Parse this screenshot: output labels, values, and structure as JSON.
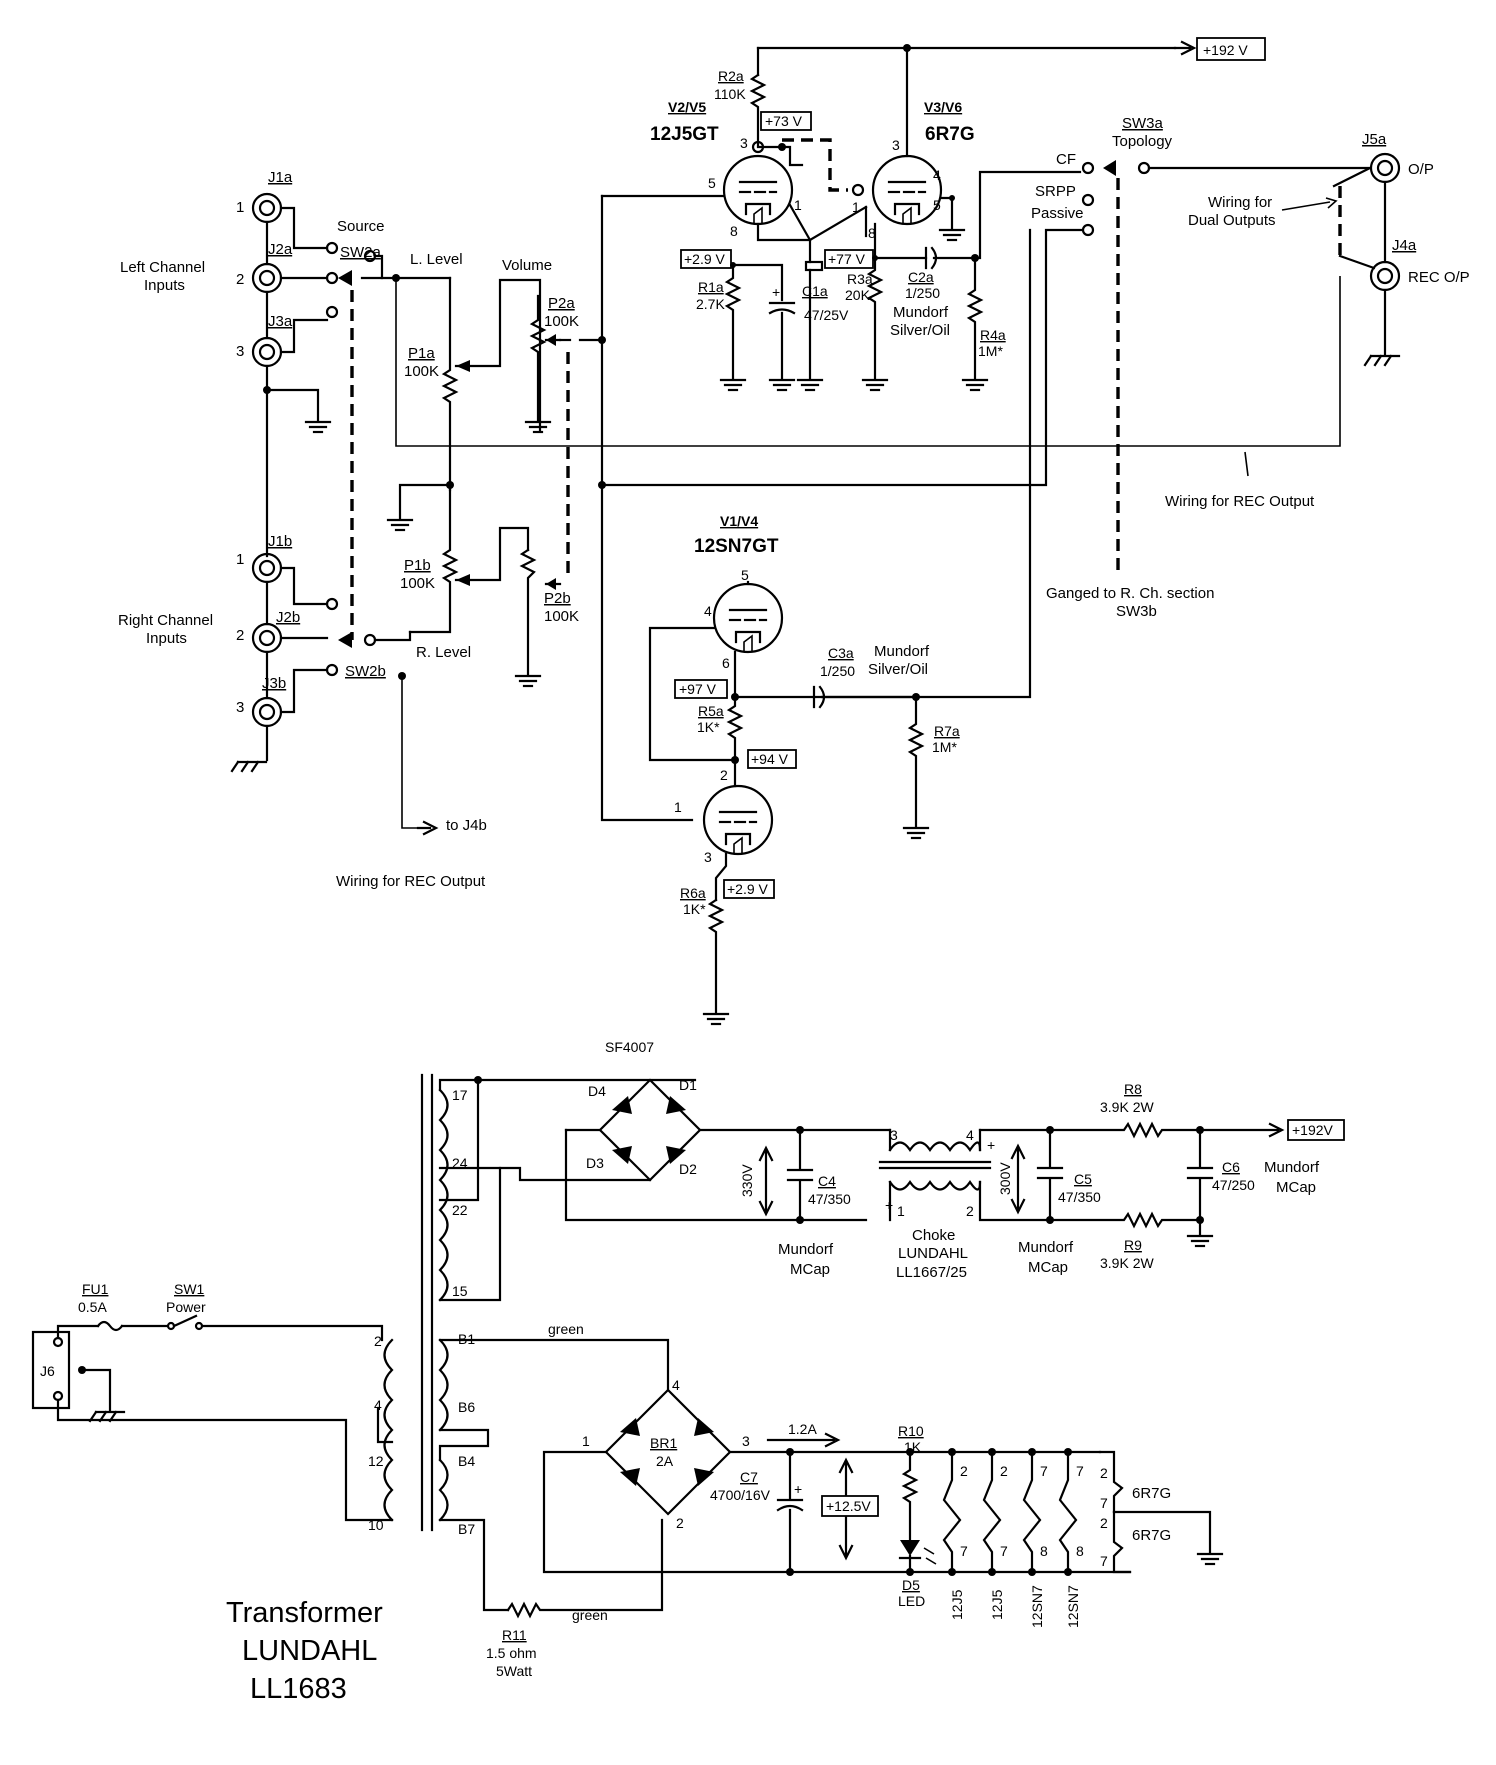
{
  "tubes": {
    "v2v5": {
      "ref": "V2/V5",
      "type": "12J5GT"
    },
    "v3v6": {
      "ref": "V3/V6",
      "type": "6R7G"
    },
    "v1v4": {
      "ref": "V1/V4",
      "type": "12SN7GT"
    }
  },
  "voltages": {
    "b_plus": "+192 V",
    "v73": "+73 V",
    "v29a": "+2.9 V",
    "v77": "+77 V",
    "v97": "+97 V",
    "v94": "+94 V",
    "v29b": "+2.9 V",
    "supply_out": "+192V",
    "heater": "+12.5V"
  },
  "jacks": {
    "j1a": "J1a",
    "j2a": "J2a",
    "j3a": "J3a",
    "j1b": "J1b",
    "j2b": "J2b",
    "j3b": "J3b",
    "j5a": "J5a",
    "j4a": "J4a",
    "j6": "J6"
  },
  "switches": {
    "sw2a": "SW2a",
    "sw2b": "SW2b",
    "sw3a": "SW3a",
    "sw1": "SW1",
    "source": "Source",
    "topology": "Topology",
    "power": "Power",
    "cf": "CF",
    "srpp": "SRPP",
    "passive": "Passive"
  },
  "labels": {
    "left_inputs_1": "Left Channel",
    "left_inputs_2": "Inputs",
    "right_inputs_1": "Right Channel",
    "right_inputs_2": "Inputs",
    "l_level": "L. Level",
    "r_level": "R. Level",
    "volume": "Volume",
    "op": "O/P",
    "rec_op": "REC O/P",
    "dual_1": "Wiring for",
    "dual_2": "Dual Outputs",
    "rec_wiring": "Wiring for REC Output",
    "rec_wiring2": "Wiring for REC Output",
    "to_j4b": "to J4b",
    "ganged_1": "Ganged to R. Ch. section",
    "ganged_2": "SW3b",
    "mundorf_so_1": "Mundorf",
    "mundorf_so_2": "Silver/Oil",
    "mundorf_so_3": "Mundorf",
    "mundorf_so_4": "Silver/Oil",
    "sf4007": "SF4007",
    "mundorf_mcap_1a": "Mundorf",
    "mundorf_mcap_1b": "MCap",
    "mundorf_mcap_2a": "Mundorf",
    "mundorf_mcap_2b": "MCap",
    "mundorf_mcap_3a": "Mundorf",
    "mundorf_mcap_3b": "MCap",
    "choke_1": "Choke",
    "choke_2": "LUNDAHL",
    "choke_3": "LL1667/25",
    "green_1": "green",
    "green_2": "green",
    "transformer_1": "Transformer",
    "transformer_2": "LUNDAHL",
    "transformer_3": "LL1683",
    "current": "1.2A",
    "led": "LED",
    "v330": "330V",
    "v300": "300V",
    "h_12j5_a": "12J5",
    "h_12j5_b": "12J5",
    "h_12sn7_a": "12SN7",
    "h_12sn7_b": "12SN7",
    "h_6r7g_a": "6R7G",
    "h_6r7g_b": "6R7G"
  },
  "components": {
    "r2a": {
      "ref": "R2a",
      "val": "110K"
    },
    "r1a": {
      "ref": "R1a",
      "val": "2.7K"
    },
    "c1a": {
      "ref": "C1a",
      "val": "47/25V"
    },
    "r3a": {
      "ref": "R3a",
      "val": "20K"
    },
    "c2a": {
      "ref": "C2a",
      "val": "1/250"
    },
    "r4a": {
      "ref": "R4a",
      "val": "1M*"
    },
    "p1a": {
      "ref": "P1a",
      "val": "100K"
    },
    "p2a": {
      "ref": "P2a",
      "val": "100K"
    },
    "p1b": {
      "ref": "P1b",
      "val": "100K"
    },
    "p2b": {
      "ref": "P2b",
      "val": "100K"
    },
    "c3a": {
      "ref": "C3a",
      "val": "1/250"
    },
    "r5a": {
      "ref": "R5a",
      "val": "1K*"
    },
    "r7a": {
      "ref": "R7a",
      "val": "1M*"
    },
    "r6a": {
      "ref": "R6a",
      "val": "1K*"
    },
    "d1": "D1",
    "d2": "D2",
    "d3": "D3",
    "d4": "D4",
    "c4": {
      "ref": "C4",
      "val": "47/350"
    },
    "c5": {
      "ref": "C5",
      "val": "47/350"
    },
    "c6": {
      "ref": "C6",
      "val": "47/250"
    },
    "r8": {
      "ref": "R8",
      "val": "3.9K 2W"
    },
    "r9": {
      "ref": "R9",
      "val": "3.9K 2W"
    },
    "fu1": {
      "ref": "FU1",
      "val": "0.5A"
    },
    "br1": {
      "ref": "BR1",
      "val": "2A"
    },
    "c7": {
      "ref": "C7",
      "val": "4700/16V"
    },
    "r10": {
      "ref": "R10",
      "val": "1K"
    },
    "d5": "D5",
    "r11": {
      "ref": "R11",
      "val1": "1.5 ohm",
      "val2": "5Watt"
    }
  },
  "pins": {
    "p1": "1",
    "p2": "2",
    "p3": "3",
    "p4": "4",
    "p5": "5",
    "p6": "6",
    "p7": "7",
    "p8": "8",
    "t17": "17",
    "t24": "24",
    "t22": "22",
    "t15": "15",
    "t2": "2",
    "t4": "4",
    "t12": "12",
    "t10": "10",
    "b1": "B1",
    "b6": "B6",
    "b4": "B4",
    "b7": "B7"
  }
}
